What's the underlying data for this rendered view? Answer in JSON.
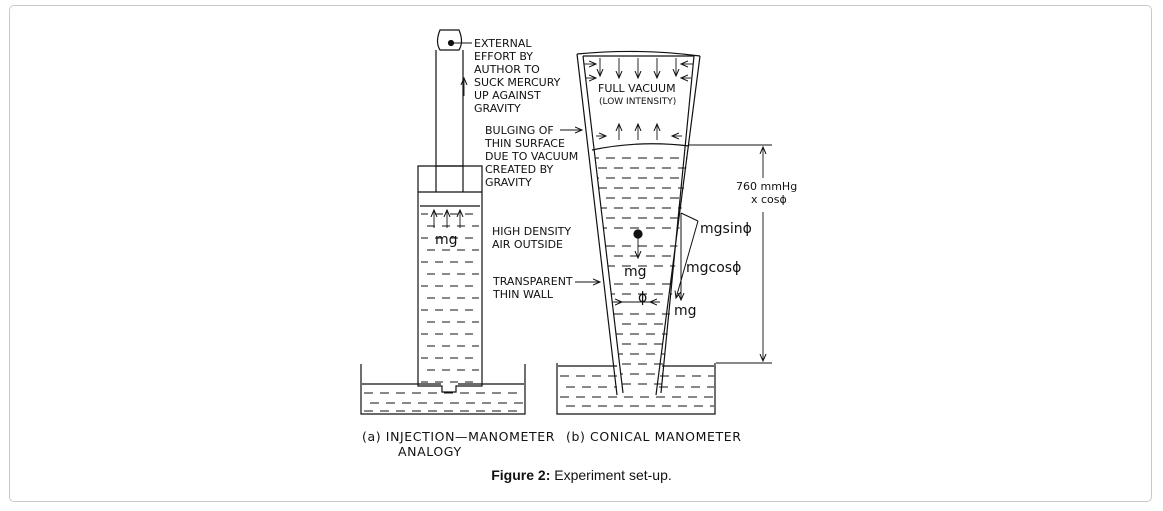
{
  "panel_a": {
    "label_external": [
      "EXTERNAL",
      "EFFORT BY",
      "AUTHOR TO",
      "SUCK MERCURY",
      "UP AGAINST",
      "GRAVITY"
    ],
    "label_mg": "mg",
    "caption": [
      "(a) INJECTION—MANOMETER",
      "ANALOGY"
    ]
  },
  "panel_b": {
    "vacuum": [
      "FULL VACUUM",
      "(LOW INTENSITY)"
    ],
    "bulging": [
      "BULGING OF",
      "THIN SURFACE",
      "DUE TO VACUUM",
      "CREATED BY",
      "GRAVITY"
    ],
    "air": [
      "HIGH DENSITY",
      "AIR OUTSIDE"
    ],
    "wall": [
      "TRANSPARENT",
      "THIN WALL"
    ],
    "height": [
      "760  mmHg",
      "x  cosϕ"
    ],
    "force_sin": "mgsinϕ",
    "force_cos": "mgcosϕ",
    "force_mg": "mg",
    "center_mg": "mg",
    "angle": "ϕ",
    "caption": "(b)  CONICAL  MANOMETER"
  },
  "figure": {
    "label": "Figure 2:",
    "text": " Experiment set-up."
  }
}
